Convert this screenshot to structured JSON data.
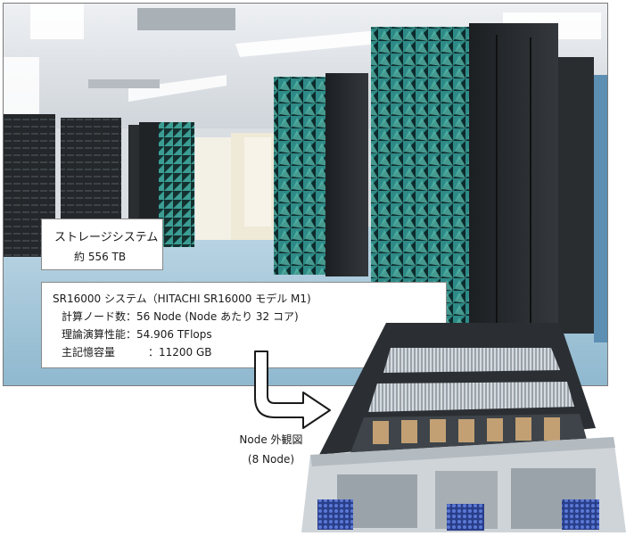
{
  "storage": {
    "title": "ストレージシステム",
    "capacity": "約 556 TB"
  },
  "system": {
    "title": "SR16000 システム（HITACHI SR16000 モデル M1)",
    "specs": [
      {
        "label": "計算ノード数",
        "sep": "：",
        "value": "56 Node (Node あたり 32 コア)"
      },
      {
        "label": "理論演算性能",
        "sep": "：",
        "value": "54.906 TFlops"
      },
      {
        "label": "主記憶容量",
        "sep": "：",
        "value": "11200 GB"
      }
    ]
  },
  "node_caption": {
    "line1": "Node 外観図",
    "line2": "(8 Node)"
  }
}
